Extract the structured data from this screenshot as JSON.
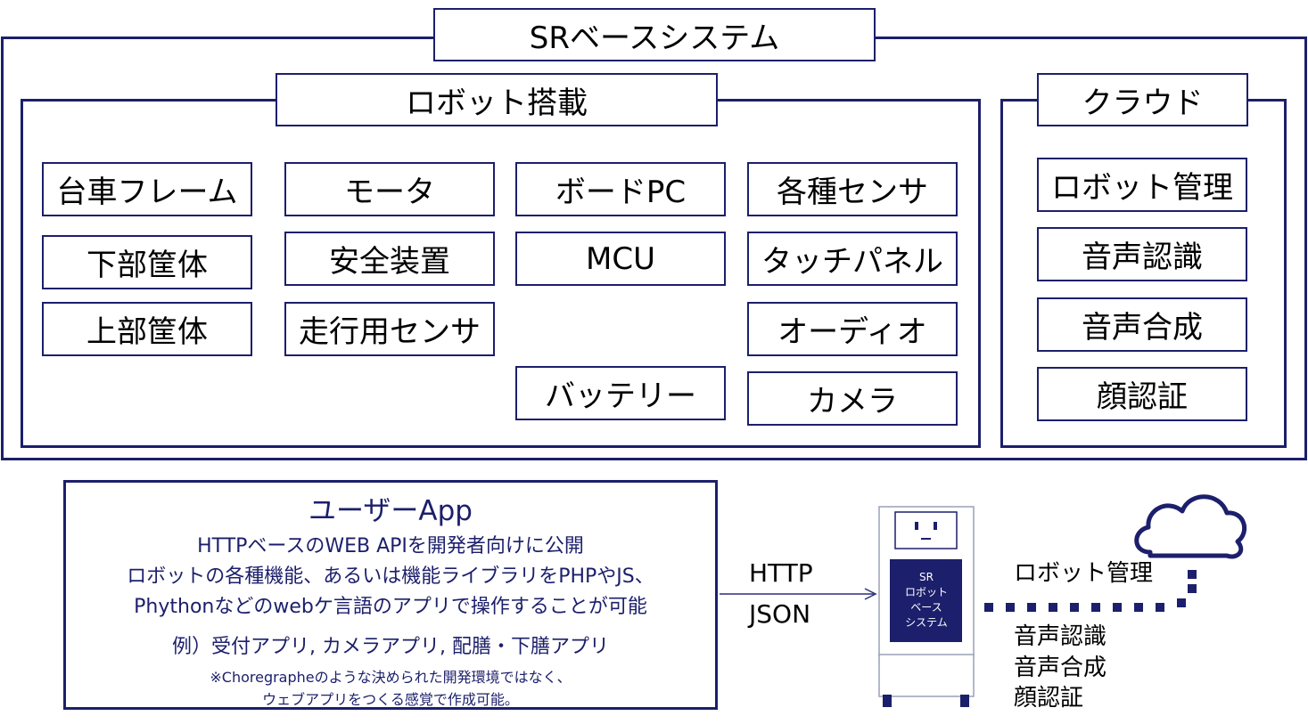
{
  "system": {
    "title": "SRベースシステム"
  },
  "robot": {
    "title": "ロボット搭載",
    "columns": [
      [
        "台車フレーム",
        "下部筐体",
        "上部筐体"
      ],
      [
        "モータ",
        "安全装置",
        "走行用センサ"
      ],
      [
        "ボードPC",
        "MCU",
        "バッテリー"
      ],
      [
        "各種センサ",
        "タッチパネル",
        "オーディオ",
        "カメラ"
      ]
    ]
  },
  "cloud": {
    "title": "クラウド",
    "items": [
      "ロボット管理",
      "音声認識",
      "音声合成",
      "顔認証"
    ]
  },
  "user_app": {
    "title": "ユーザーApp",
    "lines": [
      "HTTPベースのWEB APIを開発者向けに公開",
      "ロボットの各種機能、あるいは機能ライブラリをPHPやJS、",
      "Phythonなどのwebケ言語のアプリで操作することが可能"
    ],
    "example": "例）受付アプリ, カメラアプリ, 配膳・下膳アプリ",
    "notes": [
      "※Choregrapheのような決められた開発環境ではなく、",
      "ウェブアプリをつくる感覚で作成可能。"
    ]
  },
  "connection": {
    "protocol": "HTTP",
    "format": "JSON"
  },
  "robot_panel": {
    "line1": "SR",
    "line2": "ロボット",
    "line3": "ベース",
    "line4": "システム"
  },
  "cloud_services": [
    "ロボット管理",
    "音声認識",
    "音声合成",
    "顔認証"
  ],
  "colors": {
    "frame": "#1c1f6b",
    "robot_body": "#1c1f6b",
    "cloud_stroke": "#1c1f6b"
  }
}
